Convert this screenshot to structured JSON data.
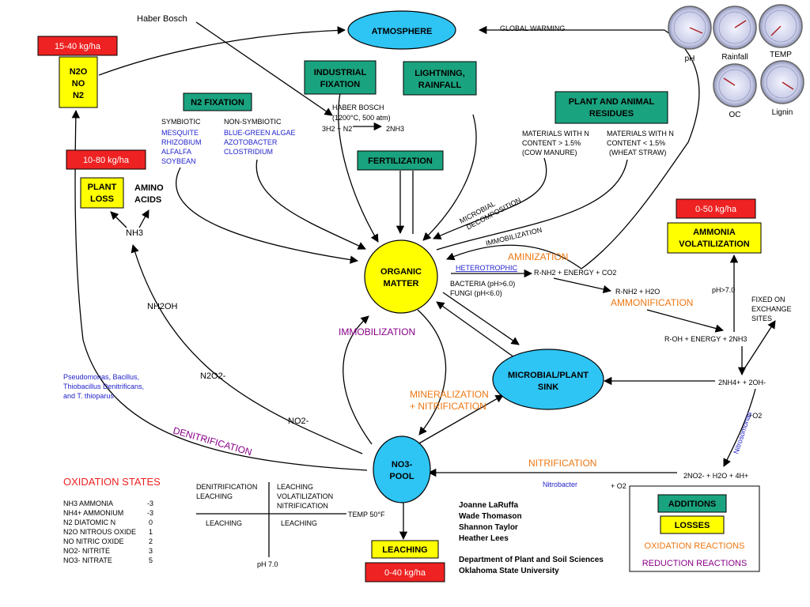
{
  "colors": {
    "addition_fill": "#1aa37f",
    "loss_fill": "#ffff00",
    "rate_fill": "#ee2222",
    "node_fill_blue": "#2ec4f4",
    "node_fill_yellow": "#ffff00",
    "oxidation": "#ee7711",
    "reduction": "#880088",
    "organism": "#2222cc",
    "text": "#000000"
  },
  "nodes": {
    "atmosphere": "ATMOSPHERE",
    "organic_matter": [
      "ORGANIC",
      "MATTER"
    ],
    "microbial_sink": [
      "MICROBIAL/PLANT",
      "SINK"
    ],
    "no3_pool": [
      "NO3-",
      "POOL"
    ]
  },
  "additions": {
    "industrial_fixation": [
      "INDUSTRIAL",
      "FIXATION"
    ],
    "lightning": [
      "LIGHTNING,",
      "RAINFALL"
    ],
    "n2_fixation": "N2 FIXATION",
    "fertilization": "FERTILIZATION",
    "plant_animal_residues": [
      "PLANT AND ANIMAL",
      "RESIDUES"
    ]
  },
  "losses": {
    "n_gases": [
      "N2O",
      "NO",
      "N2"
    ],
    "plant_loss": [
      "PLANT",
      "LOSS"
    ],
    "ammonia_volatilization": [
      "AMMONIA",
      "VOLATILIZATION"
    ],
    "leaching": "LEACHING"
  },
  "rates": {
    "gas": "15-40 kg/ha",
    "plant": "10-80 kg/ha",
    "volatilization": "0-50 kg/ha",
    "leaching": "0-40 kg/ha"
  },
  "labels": {
    "haber_bosch_top": "Haber Bosch",
    "global_warming": "GLOBAL WARMING",
    "haber_bosch": "HABER BOSCH",
    "haber_conditions": "(1200°C, 500 atm)",
    "haber_eq_left": "3H2 + N2",
    "haber_eq_right": "2NH3",
    "symbiotic": "SYMBIOTIC",
    "symbiotic_list": [
      "MESQUITE",
      "RHIZOBIUM",
      "ALFALFA",
      "SOYBEAN"
    ],
    "non_symbiotic": "NON-SYMBIOTIC",
    "non_symbiotic_list": [
      "BLUE-GREEN ALGAE",
      "AZOTOBACTER",
      "CLOSTRIDIUM"
    ],
    "materials_high": [
      "MATERIALS WITH N",
      "CONTENT > 1.5%",
      "(COW MANURE)"
    ],
    "materials_low": [
      "MATERIALS WITH N",
      "CONTENT < 1.5%",
      "(WHEAT STRAW)"
    ],
    "microbial_decomposition": [
      "MICROBIAL",
      "DECOMPOSITION"
    ],
    "immobilization_upper": "IMMOBILIZATION",
    "amino_acids": [
      "AMINO",
      "ACIDS"
    ],
    "nh3": "NH3",
    "nh2oh": "NH2OH",
    "n2o2": "N2O2-",
    "no2": "NO2-",
    "aminization": "AMINIZATION",
    "heterotrophic": "HETEROTROPHIC",
    "rnh2_energy": "R-NH2 + ENERGY + CO2",
    "bacteria": "BACTERIA (pH>6.0)",
    "fungi": "FUNGI (pH<6.0)",
    "rnh2_h2o": "R-NH2 + H2O",
    "ammonification": "AMMONIFICATION",
    "roh_energy": "R-OH + ENERGY + 2NH3",
    "ph7": "pH>7.0",
    "fixed_exchange": [
      "FIXED ON",
      "EXCHANGE",
      "SITES"
    ],
    "nh4_oh": "2NH4+ + 2OH-",
    "o2_right": "+O2",
    "nitrosomonas": "Nitrosomonas",
    "no2_h2o": "2NO2- + H2O + 4H+",
    "nitrification": "NITRIFICATION",
    "nitrobacter": "Nitrobacter",
    "o2_lower": "+ O2",
    "immobilization_mid": "IMMOBILIZATION",
    "mineralization": [
      "MINERALIZATION",
      "+ NITRIFICATION"
    ],
    "pseudomonas": [
      "Pseudomonas, Bacillus,",
      "Thiobacillus Denitrificans,",
      "and T. thioparus"
    ],
    "denitrification": "DENITRIFICATION"
  },
  "gauges": [
    "pH",
    "Rainfall",
    "TEMP",
    "OC",
    "Lignin"
  ],
  "oxidation_states": {
    "title": "OXIDATION STATES",
    "rows": [
      {
        "formula": "NH3 AMMONIA",
        "state": "-3"
      },
      {
        "formula": "NH4+ AMMONIUM",
        "state": "-3"
      },
      {
        "formula": "N2 DIATOMIC N",
        "state": "0"
      },
      {
        "formula": "N2O NITROUS OXIDE",
        "state": "1"
      },
      {
        "formula": "NO NITRIC OXIDE",
        "state": "2"
      },
      {
        "formula": "NO2- NITRITE",
        "state": "3"
      },
      {
        "formula": "NO3- NITRATE",
        "state": "5"
      }
    ]
  },
  "quadrant": {
    "top_left": [
      "DENITRIFICATION",
      "LEACHING"
    ],
    "top_right": [
      "LEACHING",
      "VOLATILIZATION",
      "NITRIFICATION"
    ],
    "bottom_left": "LEACHING",
    "bottom_right": "LEACHING",
    "temp": "TEMP 50°F",
    "ph": "pH 7.0"
  },
  "authors": [
    "Joanne LaRuffa",
    "Wade Thomason",
    "Shannon Taylor",
    "Heather Lees"
  ],
  "affiliation": [
    "Department of Plant and Soil Sciences",
    "Oklahoma State University"
  ],
  "legend": {
    "additions": "ADDITIONS",
    "losses": "LOSSES",
    "oxidation": "OXIDATION REACTIONS",
    "reduction": "REDUCTION REACTIONS"
  }
}
